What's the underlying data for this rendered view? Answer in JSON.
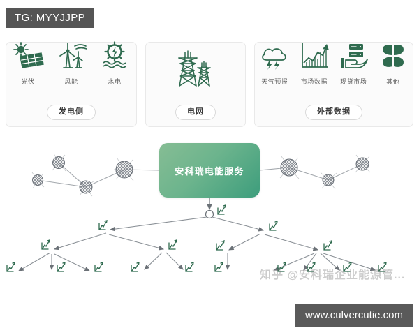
{
  "overlays": {
    "tg_badge": "TG: MYYJJPP",
    "site_badge": "www.culvercutie.com",
    "zhihu_watermark": "知乎 @安科瑞企业能源管..."
  },
  "cards": [
    {
      "id": "generation",
      "pill_label": "发电侧",
      "icons": [
        {
          "name": "solar-panel-icon",
          "caption": "光伏"
        },
        {
          "name": "wind-turbine-icon",
          "caption": "风能"
        },
        {
          "name": "hydro-power-icon",
          "caption": "水电"
        }
      ]
    },
    {
      "id": "grid",
      "pill_label": "电网",
      "icons": [
        {
          "name": "transmission-tower-icon",
          "caption": ""
        }
      ]
    },
    {
      "id": "external",
      "pill_label": "外部数据",
      "icons": [
        {
          "name": "weather-cloud-lightning-icon",
          "caption": "天气预报"
        },
        {
          "name": "market-chart-icon",
          "caption": "市场数据"
        },
        {
          "name": "spot-market-hand-server-icon",
          "caption": "现货市场"
        },
        {
          "name": "clover-other-icon",
          "caption": "其他"
        }
      ]
    }
  ],
  "center": {
    "label": "安科瑞电能服务",
    "gradient_from": "#86bd94",
    "gradient_to": "#3d9d7c"
  },
  "colors": {
    "icon_green": "#2f6b4f",
    "card_border": "#e9e9e9",
    "line_gray": "#9aa0a6",
    "badge_gray": "#555555",
    "page_background": "#ffffff"
  },
  "network": {
    "left_node_count": 4,
    "right_node_count": 3,
    "node_style": "mesh-globe"
  },
  "tree": {
    "node_count": 16,
    "levels": 4,
    "leaf_glyph": "line-chart-glyph"
  }
}
